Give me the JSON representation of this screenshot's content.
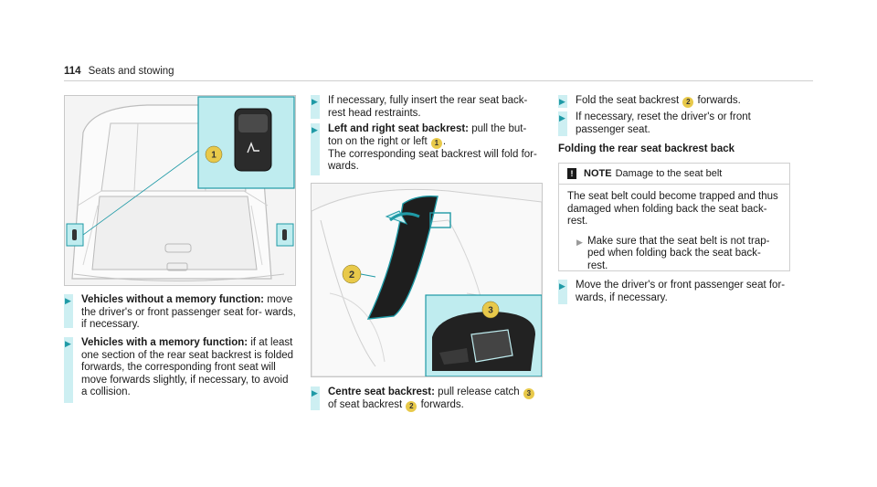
{
  "header": {
    "page_number": "114",
    "title": "Seats and stowing"
  },
  "figures": {
    "callouts": [
      "1",
      "2",
      "3"
    ]
  },
  "left_column": {
    "steps": [
      {
        "bold": "Vehicles without a memory function:",
        "text": " move the driver's or front passenger seat for- wards, if necessary."
      },
      {
        "bold": "Vehicles with a memory function:",
        "text": " if at least one section of the rear seat backrest is folded forwards, the corresponding front seat will move forwards slightly, if necessary, to avoid a collision."
      }
    ]
  },
  "middle_column": {
    "step1": "If necessary, fully insert the rear seat back- rest head restraints.",
    "step2": {
      "bold": "Left and right seat backrest:",
      "text_a": " pull the but- ton on the right or left ",
      "callout": "1",
      "text_b": ".",
      "text_c": "The corresponding seat backrest will fold for- wards."
    },
    "step3": {
      "bold": "Centre seat backrest:",
      "text_a": " pull release catch ",
      "callout_a": "3",
      "text_b": " of seat backrest ",
      "callout_b": "2",
      "text_c": " forwards."
    }
  },
  "right_column": {
    "step1": {
      "text_a": "Fold the seat backrest ",
      "callout": "2",
      "text_b": " forwards."
    },
    "step2": "If necessary, reset the driver's or front passenger seat.",
    "section_heading": "Folding the rear seat backrest back",
    "note": {
      "label": "NOTE",
      "title": "Damage to the seat belt",
      "body": "The seat belt could become trapped and thus damaged when folding back the seat back- rest.",
      "step": "Make sure that the seat belt is not trap- ped when folding back the seat back- rest."
    },
    "step3": "Move the driver's or front passenger seat for- wards, if necessary."
  },
  "colors": {
    "accent": "#1f9aa6",
    "highlight": "#cdeff2",
    "callout": "#e8c94a"
  }
}
